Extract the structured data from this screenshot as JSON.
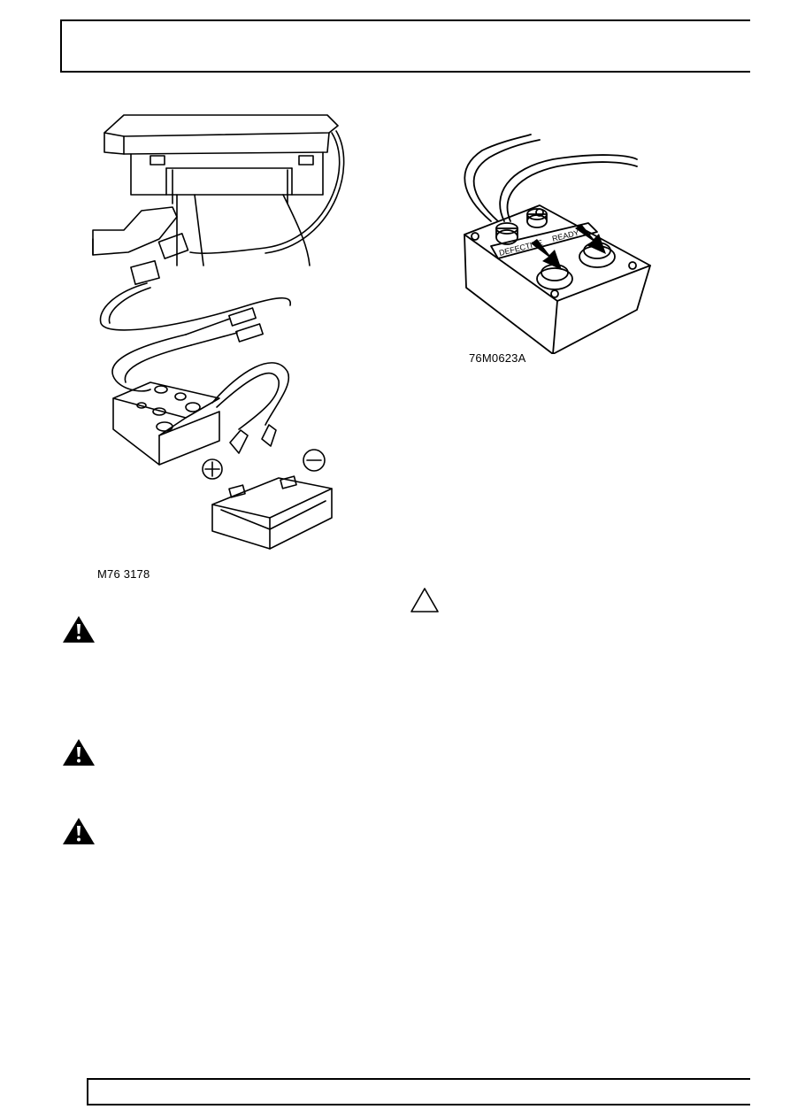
{
  "figure_left": {
    "caption": "M76 3178",
    "plus_symbol": "+",
    "minus_symbol": "−"
  },
  "figure_right": {
    "caption": "76M0623A",
    "label_defective": "DEFECTIVE",
    "label_ready": "READY"
  },
  "icons": {
    "warnings": [
      "warning-filled-icon",
      "warning-filled-icon",
      "warning-filled-icon"
    ],
    "caution": "caution-outline-icon"
  }
}
